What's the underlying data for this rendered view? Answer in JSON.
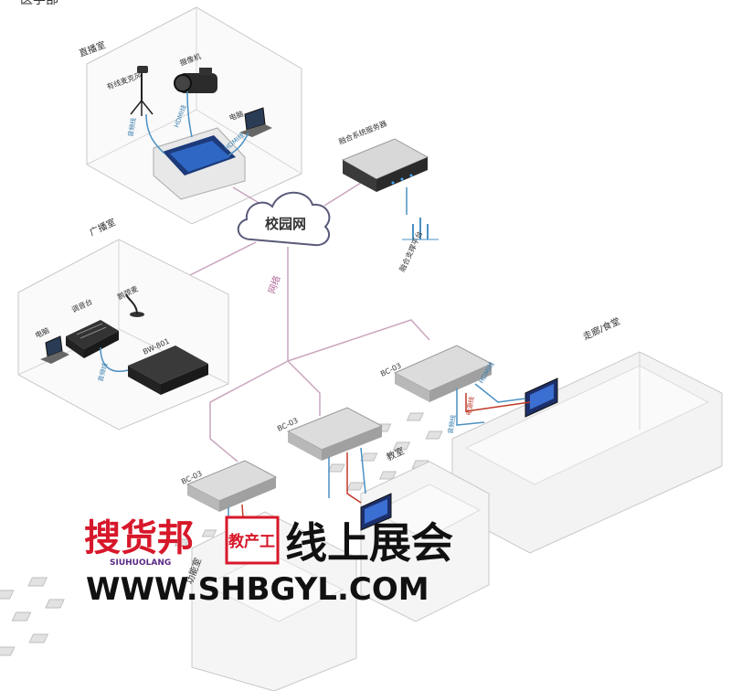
{
  "header_fragment": "医学部",
  "network": {
    "campus_net": "校园网",
    "net_cable": "网络"
  },
  "studio": {
    "title": "直播室",
    "wired_mic": "有线麦克风",
    "camera": "摄像机",
    "computer": "电脑",
    "cable_audio": "音频线",
    "cable_hdmi": "HDMI线",
    "cable_hdmi2": "HDMI线"
  },
  "server": {
    "title": "融合系统服务器",
    "platform": "融合支撑平台"
  },
  "broadcast": {
    "title": "广播室",
    "computer": "电脑",
    "mixer": "调音台",
    "mic": "鹅颈麦",
    "amp": "BW-801",
    "cable_audio": "音频线"
  },
  "terminals": {
    "bc1": "BC-03",
    "bc2": "BC-03",
    "bc3": "BC-03"
  },
  "rooms": {
    "function_room": "功能室",
    "classroom": "教室",
    "corridor": "走廊/食堂"
  },
  "cables": {
    "audio": "音频线",
    "power": "电源线",
    "hdmi": "HDMI线"
  },
  "watermark": {
    "brand": "搜货邦",
    "brand_sub": "SIUHUOLANG",
    "badge": "教产工",
    "expo": "线上展会",
    "url": "WWW.SHBGYL.COM"
  },
  "colors": {
    "net_line": "#c9a5be",
    "hdmi_line": "#4a90c2",
    "power_line": "#c0392b",
    "room_edge": "#c8c8c8",
    "brand_red": "#d7182a",
    "brand_purple": "#5b2a86"
  }
}
